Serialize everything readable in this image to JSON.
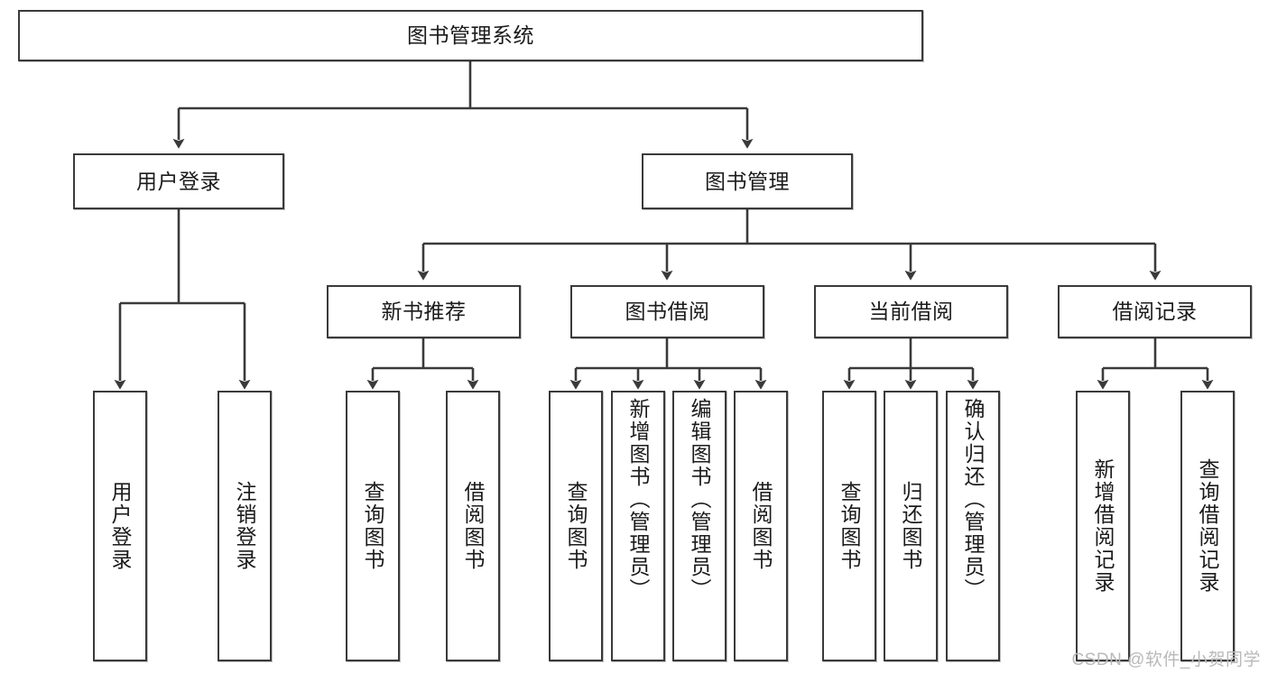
{
  "diagram": {
    "title": "图书管理系统",
    "type": "tree",
    "colors": {
      "box_border": "#3a3a3a",
      "box_fill": "#ffffff",
      "edge": "#3a3a3a",
      "text": "#1b1b1b",
      "watermark": "#b9b9b9",
      "background": "#ffffff"
    },
    "root": {
      "label": "图书管理系统"
    },
    "level2": [
      {
        "label": "用户登录"
      },
      {
        "label": "图书管理"
      }
    ],
    "level3": [
      {
        "label": "新书推荐"
      },
      {
        "label": "图书借阅"
      },
      {
        "label": "当前借阅"
      },
      {
        "label": "借阅记录"
      }
    ],
    "leaves": {
      "user_login": [
        {
          "label": "用户登录"
        },
        {
          "label": "注销登录"
        }
      ],
      "new_book_recommend": [
        {
          "label": "查询图书"
        },
        {
          "label": "借阅图书"
        }
      ],
      "book_borrow": [
        {
          "label": "查询图书"
        },
        {
          "label": "新增图书（管理员）"
        },
        {
          "label": "编辑图书（管理员）"
        },
        {
          "label": "借阅图书"
        }
      ],
      "current_borrow": [
        {
          "label": "查询图书"
        },
        {
          "label": "归还图书"
        },
        {
          "label": "确认归还（管理员）"
        }
      ],
      "borrow_record": [
        {
          "label": "新增借阅记录"
        },
        {
          "label": "查询借阅记录"
        }
      ]
    }
  },
  "watermark": {
    "text": "CSDN @软件_小贺同学"
  }
}
